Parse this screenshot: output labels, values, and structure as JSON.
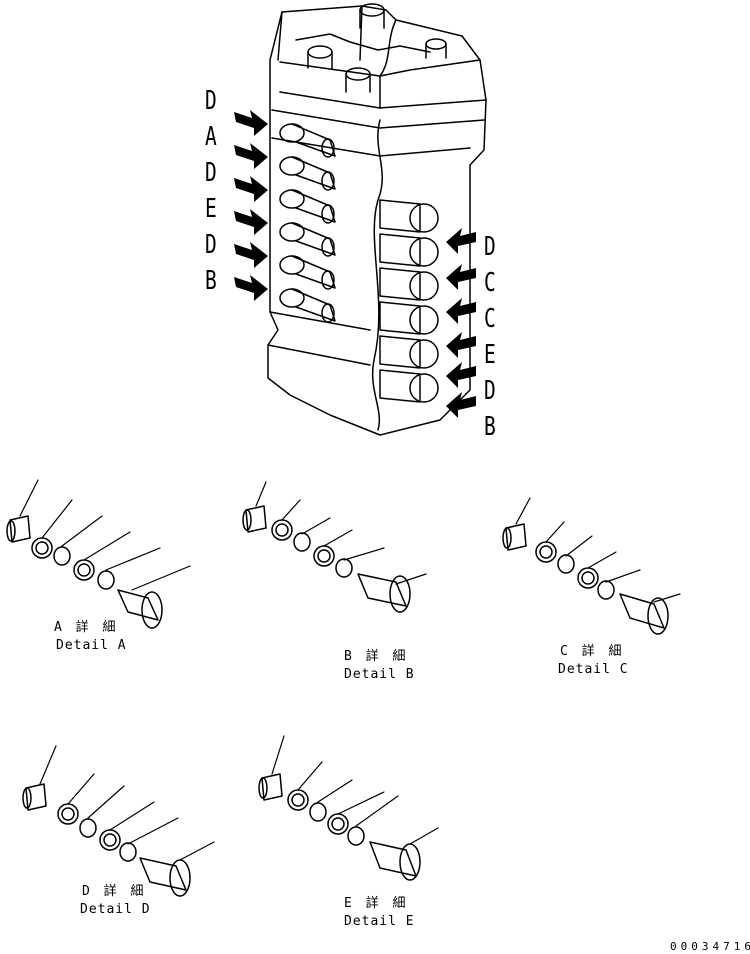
{
  "diagram": {
    "left_arrow_labels": [
      "D",
      "A",
      "D",
      "E",
      "D",
      "B"
    ],
    "right_arrow_labels": [
      "D",
      "C",
      "C",
      "E",
      "D",
      "B"
    ],
    "details": [
      {
        "jp": "A 詳 細",
        "en": "Detail A"
      },
      {
        "jp": "B 詳 細",
        "en": "Detail B"
      },
      {
        "jp": "C 詳 細",
        "en": "Detail C"
      },
      {
        "jp": "D 詳 細",
        "en": "Detail D"
      },
      {
        "jp": "E 詳 細",
        "en": "Detail E"
      }
    ],
    "doc_number": "00034716"
  }
}
